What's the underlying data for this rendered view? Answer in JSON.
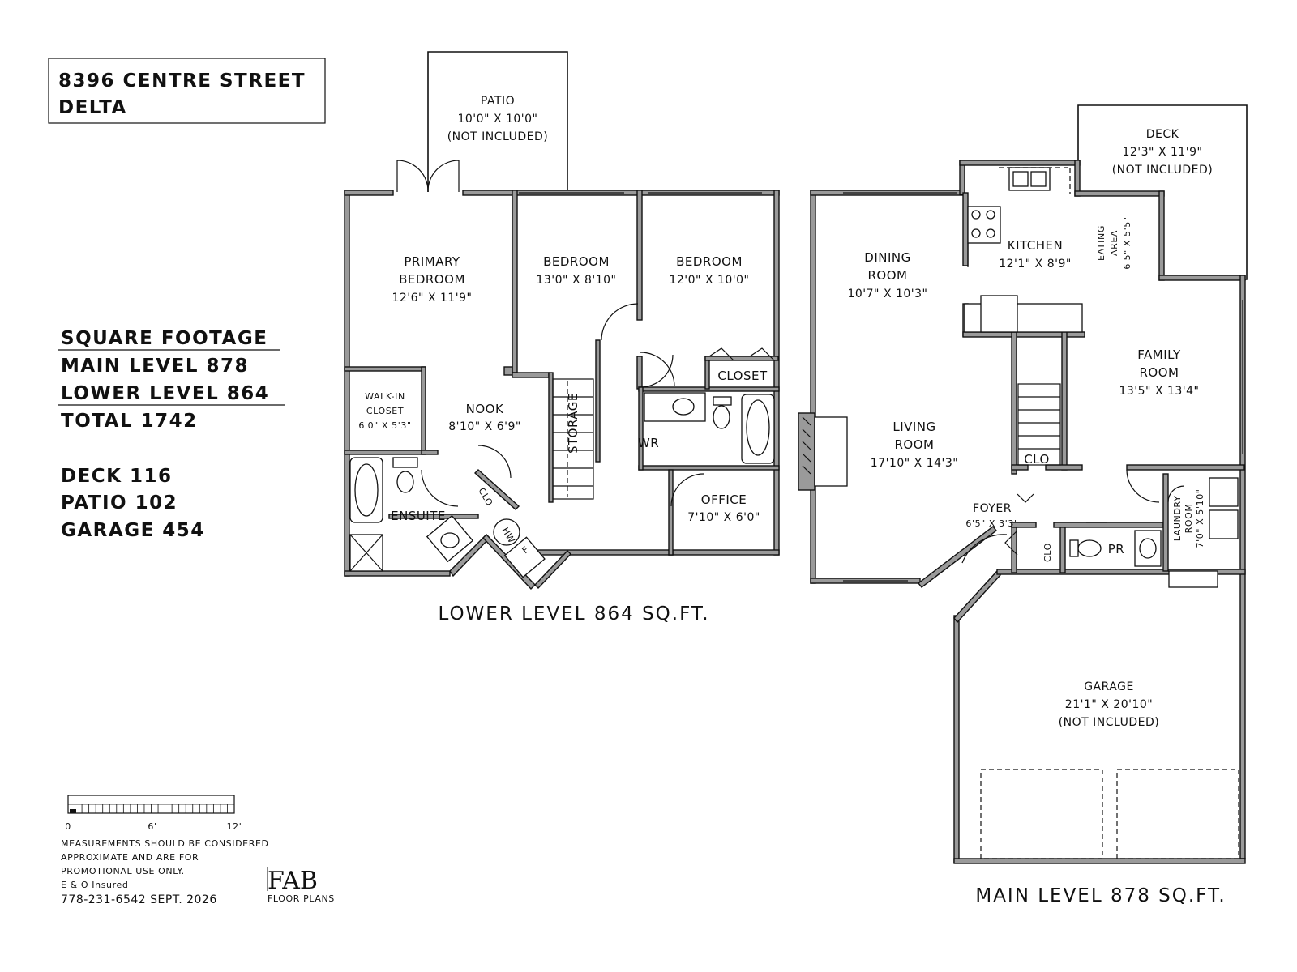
{
  "address": {
    "line1": "8396 CENTRE STREET",
    "line2": "DELTA"
  },
  "square_footage": {
    "heading": "SQUARE FOOTAGE",
    "main": "MAIN LEVEL 878",
    "lower": "LOWER LEVEL 864",
    "total": "TOTAL 1742",
    "deck": "DECK 116",
    "patio": "PATIO 102",
    "garage": "GARAGE 454"
  },
  "lower_level": {
    "title": "LOWER LEVEL 864 SQ.FT.",
    "patio": {
      "name": "PATIO",
      "dim": "10'0\" X 10'0\"",
      "note": "(NOT INCLUDED)"
    },
    "primary_bedroom": {
      "name1": "PRIMARY",
      "name2": "BEDROOM",
      "dim": "12'6\" X 11'9\""
    },
    "bedroom1": {
      "name": "BEDROOM",
      "dim": "13'0\" X 8'10\""
    },
    "bedroom2": {
      "name": "BEDROOM",
      "dim": "12'0\" X 10'0\""
    },
    "closet": "CLOSET",
    "walkin": {
      "name1": "WALK-IN",
      "name2": "CLOSET",
      "dim": "6'0\" X 5'3\""
    },
    "nook": {
      "name": "NOOK",
      "dim": "8'10\" X 6'9\""
    },
    "storage": "STORAGE",
    "wr": "WR",
    "ensuite": "ENSUITE",
    "clo": "CLO",
    "office": {
      "name": "OFFICE",
      "dim": "7'10\" X 6'0\""
    },
    "hw": "HW",
    "f": "F"
  },
  "main_level": {
    "title": "MAIN LEVEL 878 SQ.FT.",
    "deck": {
      "name": "DECK",
      "dim": "12'3\" X 11'9\"",
      "note": "(NOT INCLUDED)"
    },
    "dining": {
      "name1": "DINING",
      "name2": "ROOM",
      "dim": "10'7\" X 10'3\""
    },
    "kitchen": {
      "name": "KITCHEN",
      "dim": "12'1\" X 8'9\""
    },
    "eating": {
      "name1": "EATING",
      "name2": "AREA",
      "dim": "6'5\" X 5'5\""
    },
    "family": {
      "name1": "FAMILY",
      "name2": "ROOM",
      "dim": "13'5\" X 13'4\""
    },
    "living": {
      "name1": "LIVING",
      "name2": "ROOM",
      "dim": "17'10\" X 14'3\""
    },
    "clo": "CLO",
    "foyer": {
      "name": "FOYER",
      "dim": "6'5\" X 3'3\""
    },
    "pr": "PR",
    "laundry": {
      "name1": "LAUNDRY",
      "name2": "ROOM",
      "dim": "7'0\" X 5'10\""
    },
    "garage": {
      "name": "GARAGE",
      "dim": "21'1\" X 20'10\"",
      "note": "(NOT INCLUDED)"
    }
  },
  "scale": {
    "labels": [
      "0",
      "6'",
      "12'"
    ]
  },
  "disclaimer": {
    "line1": "MEASUREMENTS SHOULD BE CONSIDERED",
    "line2": "APPROXIMATE AND ARE FOR",
    "line3": "PROMOTIONAL USE ONLY.",
    "line4": "E & O Insured",
    "line5": "778-231-6542  SEPT. 2026"
  },
  "logo": {
    "mark": "FAB",
    "text": "FLOOR PLANS"
  }
}
